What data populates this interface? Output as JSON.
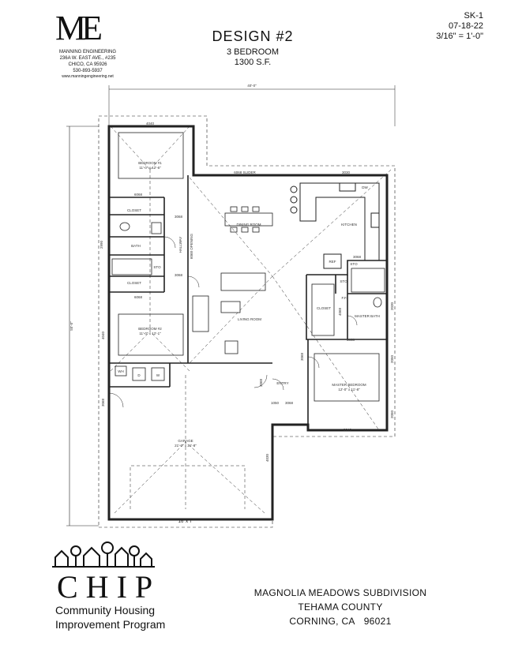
{
  "firm": {
    "logo_letters": "ME",
    "name": "MANNING ENGINEERING",
    "address": "236A W. EAST AVE., #235",
    "city": "CHICO, CA 95926",
    "phone": "530-893-5937",
    "web": "www.manningengineering.net"
  },
  "design": {
    "title": "DESIGN #2",
    "bedrooms": "3 BEDROOM",
    "area": "1300 S.F."
  },
  "sheet": {
    "id": "SK-1",
    "date": "07-18-22",
    "scale": "3/16\" = 1'-0\""
  },
  "plan": {
    "dim_width": "40'-0\"",
    "dim_depth": "55'-0\"",
    "dim_left": "2990",
    "rooms": {
      "bedroom1": "BEDROOM #1",
      "bedroom1_size": "11'-0\" x 12'-6\"",
      "bedroom2": "BEDROOM #2",
      "bedroom2_size": "11'-0\" x 12'-1\"",
      "bath": "BATH",
      "closet1": "CLOSET",
      "closet2": "CLOSET",
      "hallway": "HALLWAY",
      "dining": "DINING ROOM",
      "kitchen": "KITCHEN",
      "living": "LIVING ROOM",
      "closet3": "CLOSET",
      "master_bath": "MASTER BATH",
      "master_bedroom": "MASTER BEDROOM",
      "master_bedroom_size": "12'-0\" x 11'-8\"",
      "entry": "ENTRY",
      "garage": "GARAGE",
      "garage_size": "21'-0\" x 21'-8\"",
      "sto1": "STO",
      "sto2": "STO",
      "sto3": "STO",
      "ref": "REF",
      "dw": "DW",
      "wh": "WH",
      "d": "D",
      "w": "W",
      "ff": "F.F."
    },
    "callouts": {
      "window_br1": "4040",
      "slider": "6068 SLIDER",
      "kitchen_win": "3030",
      "closet1_door": "6068",
      "bath_door": "3068",
      "opening": "6068 OPENING",
      "closet2_door": "6068",
      "bath2_door": "3068",
      "window_br2": "4040",
      "garage_entry": "3068",
      "laundry_door": "3068",
      "entry_door": "3068",
      "entry_width": "1050",
      "ref_door": "3068",
      "master_closet_door": "4068",
      "master_bath_door": "3068",
      "master_bath_win": "2030",
      "master_br_win1": "2050",
      "master_br_win2": "2050",
      "master_br_door": "3068",
      "master_br_bottom": "8040",
      "garage_side": "4030",
      "garage_door": "16' x 7'"
    }
  },
  "chip": {
    "word": "CHIP",
    "line1": "Community Housing",
    "line2": "Improvement Program"
  },
  "project": {
    "subdivision": "MAGNOLIA MEADOWS SUBDIVISION",
    "county": "TEHAMA COUNTY",
    "city": "CORNING, CA",
    "zip": "96021"
  }
}
